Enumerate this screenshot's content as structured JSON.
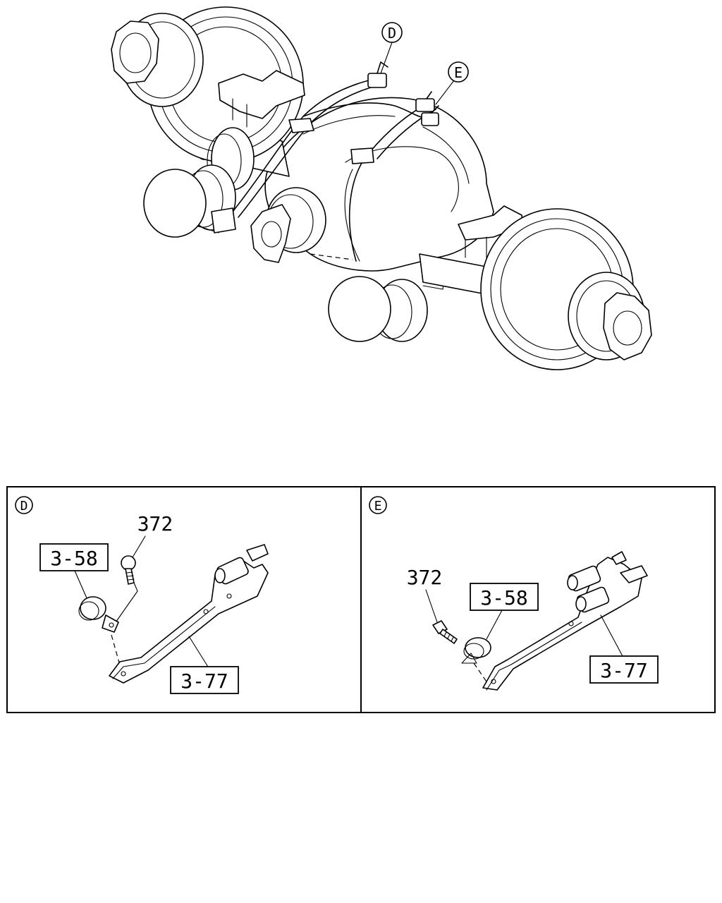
{
  "callouts": {
    "detail_d": "D",
    "detail_e": "E"
  },
  "panel_d": {
    "letter": "D",
    "bolt": "372",
    "grommet": "3-58",
    "bracket": "3-77"
  },
  "panel_e": {
    "letter": "E",
    "bolt": "372",
    "grommet": "3-58",
    "bracket": "3-77"
  }
}
